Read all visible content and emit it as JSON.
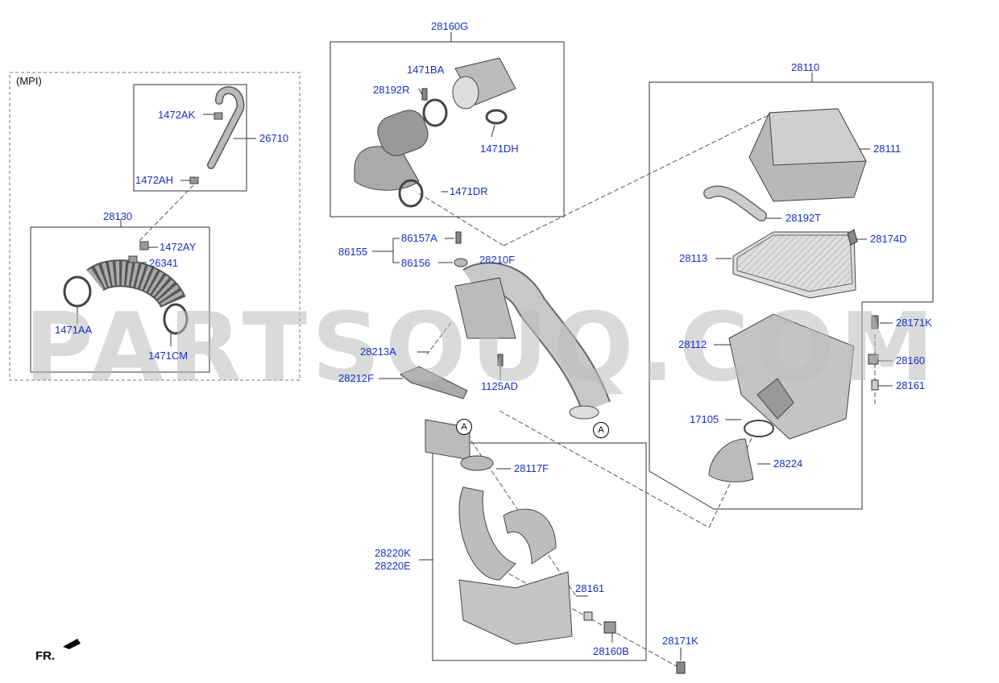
{
  "variant_label": "(MPI)",
  "watermark": "PARTSOUQ.COM",
  "direction_label": "FR.",
  "ref_marker": "A",
  "parts": {
    "p28160G": "28160G",
    "p1471BA": "1471BA",
    "p28192R": "28192R",
    "p1471DH": "1471DH",
    "p1471DR": "1471DR",
    "p1472AK": "1472AK",
    "p26710": "26710",
    "p1472AH": "1472AH",
    "p28130": "28130",
    "p1472AY": "1472AY",
    "p26341": "26341",
    "p1471AA": "1471AA",
    "p1471CM": "1471CM",
    "p86157A": "86157A",
    "p86155": "86155",
    "p86156": "86156",
    "p28210F": "28210F",
    "p28213A": "28213A",
    "p28212F": "28212F",
    "p1125AD": "1125AD",
    "p28110": "28110",
    "p28111": "28111",
    "p28192T": "28192T",
    "p28174D": "28174D",
    "p28113": "28113",
    "p28171K_top": "28171K",
    "p28112": "28112",
    "p28160": "28160",
    "p28161_top": "28161",
    "p17105": "17105",
    "p28224": "28224",
    "p28117F": "28117F",
    "p28220K": "28220K",
    "p28220E": "28220E",
    "p28161_bottom": "28161",
    "p28160B": "28160B",
    "p28171K_bottom": "28171K"
  }
}
